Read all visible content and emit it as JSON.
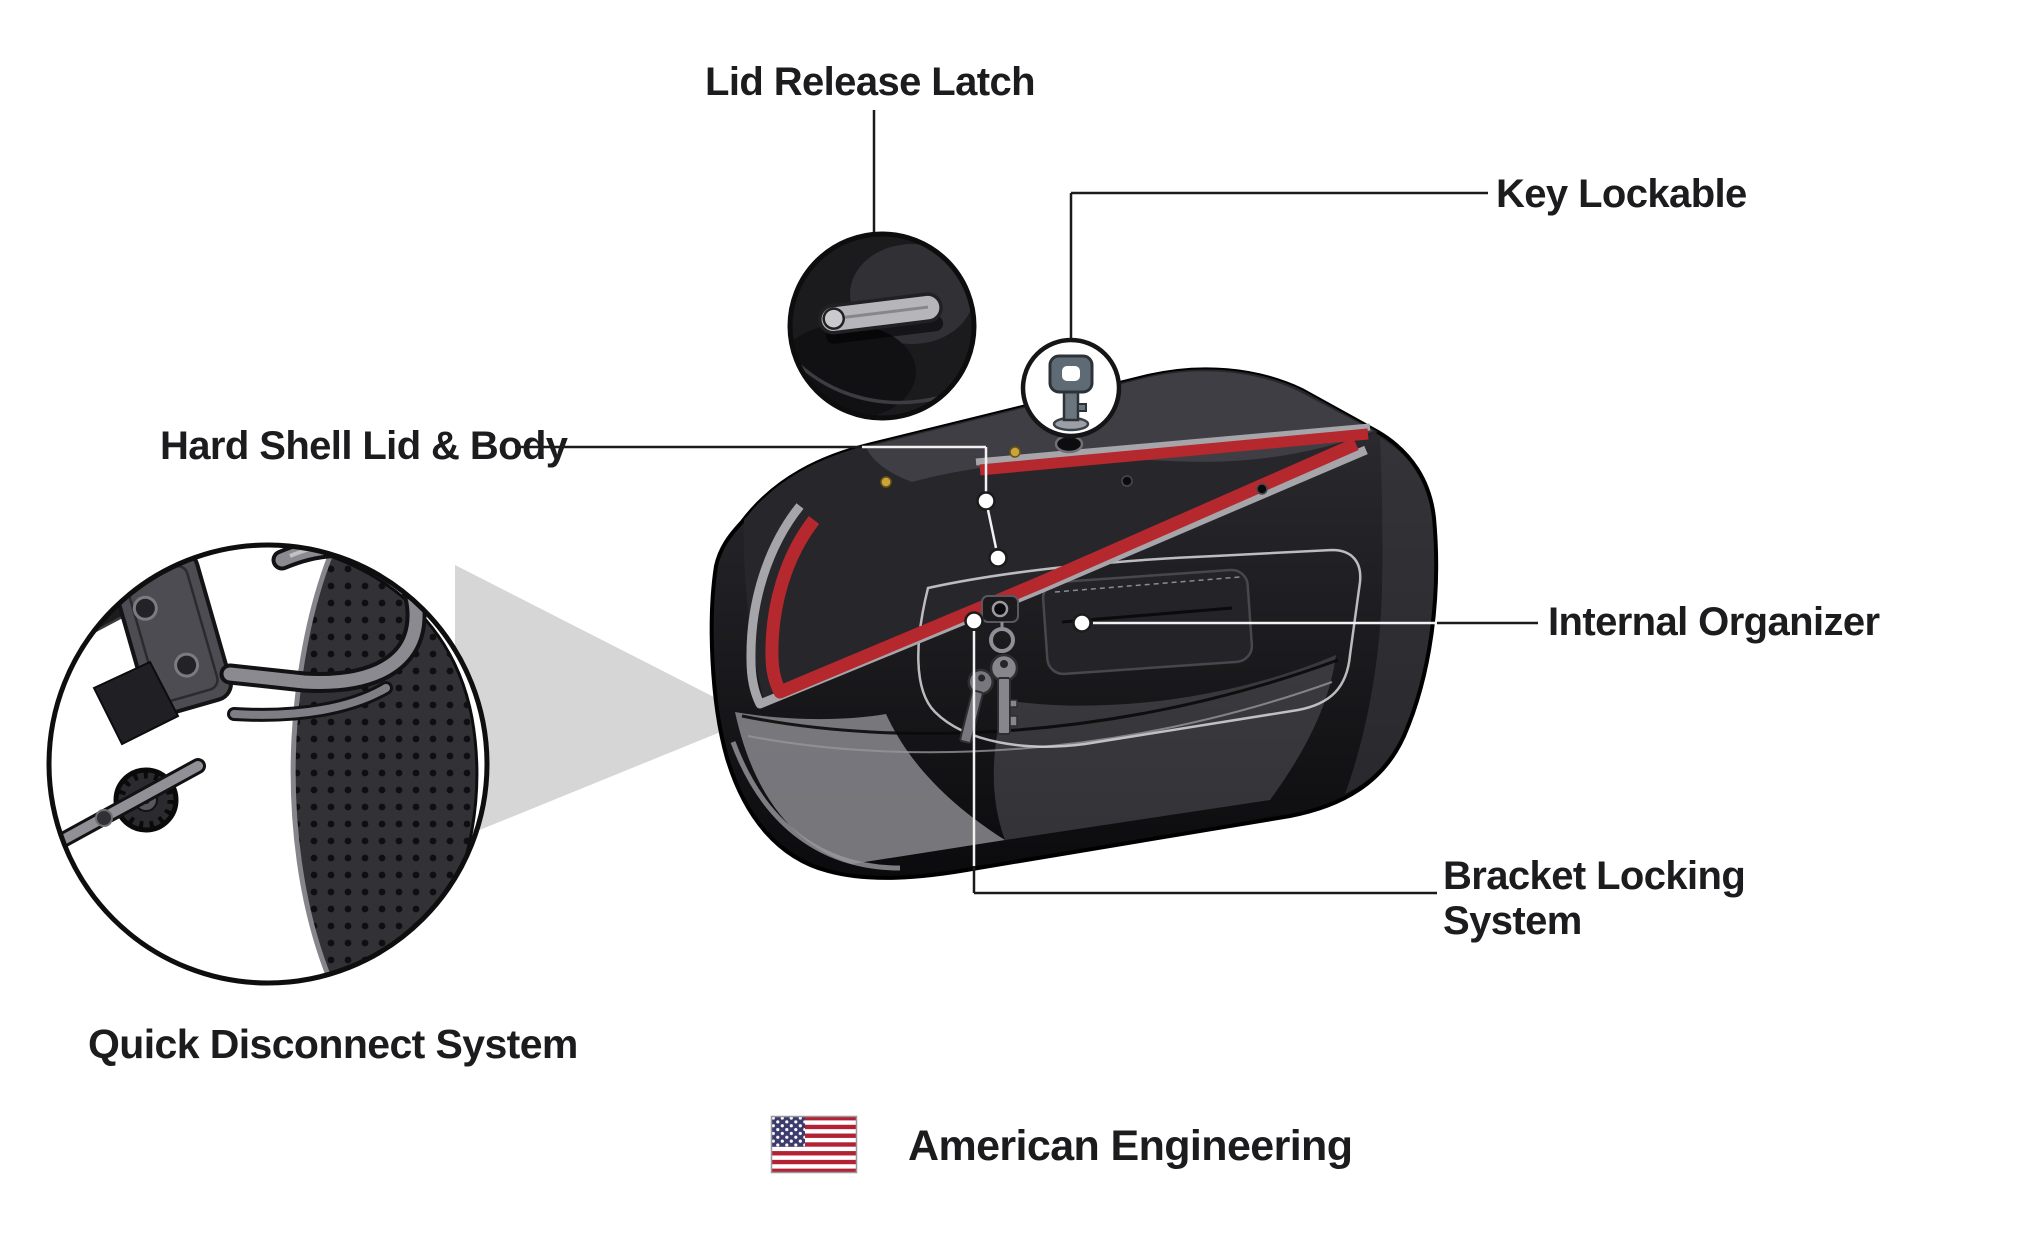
{
  "figure": {
    "type": "product-callout-diagram",
    "product": "hard shell motorcycle saddlebag",
    "callouts": [
      {
        "id": "lid-release-latch",
        "label": "Lid Release Latch"
      },
      {
        "id": "key-lockable",
        "label": "Key Lockable"
      },
      {
        "id": "hard-shell",
        "label": "Hard Shell Lid & Body"
      },
      {
        "id": "internal-organizer",
        "label": "Internal Organizer"
      },
      {
        "id": "bracket-locking",
        "label": "Bracket Locking System"
      },
      {
        "id": "quick-disconnect",
        "label": "Quick Disconnect System"
      }
    ],
    "footer": {
      "label": "American Engineering",
      "icon": "us-flag-icon"
    },
    "icons": [
      "us-flag-icon",
      "key-icon",
      "latch-lever-icon"
    ],
    "colors": {
      "background": "#ffffff",
      "text": "#1c1c1e",
      "accent_red": "#b5282e",
      "bag_black": "#141416",
      "piping_silver": "#a6a6aa",
      "wedge_gray": "#d2d2d2",
      "flag_red": "#b22234",
      "flag_blue": "#3c3b6e"
    }
  }
}
